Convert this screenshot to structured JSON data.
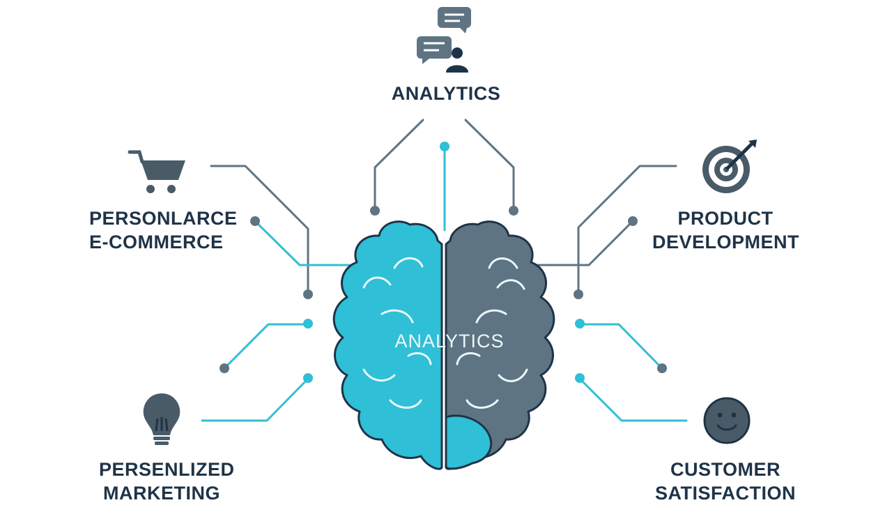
{
  "diagram": {
    "center": {
      "label": "ANALYTICS"
    },
    "nodes": {
      "top": {
        "lines": [
          "ANALYTICS"
        ],
        "icon": "chat-user-icon"
      },
      "top_left": {
        "lines": [
          "PERSONLARCE",
          "E-COMMERCE"
        ],
        "icon": "shopping-cart-icon"
      },
      "bottom_left": {
        "lines": [
          "PERSENLIZED",
          "MARKETING"
        ],
        "icon": "lightbulb-icon"
      },
      "top_right": {
        "lines": [
          "PRODUCT",
          "DEVELOPMENT"
        ],
        "icon": "target-icon"
      },
      "bottom_right": {
        "lines": [
          "CUSTOMER",
          "SATISFACTION"
        ],
        "icon": "smiley-icon"
      }
    }
  },
  "colors": {
    "teal": "#2fbfd6",
    "slate": "#5f7482",
    "dark": "#1f3347",
    "icon": "#4a5b68"
  }
}
